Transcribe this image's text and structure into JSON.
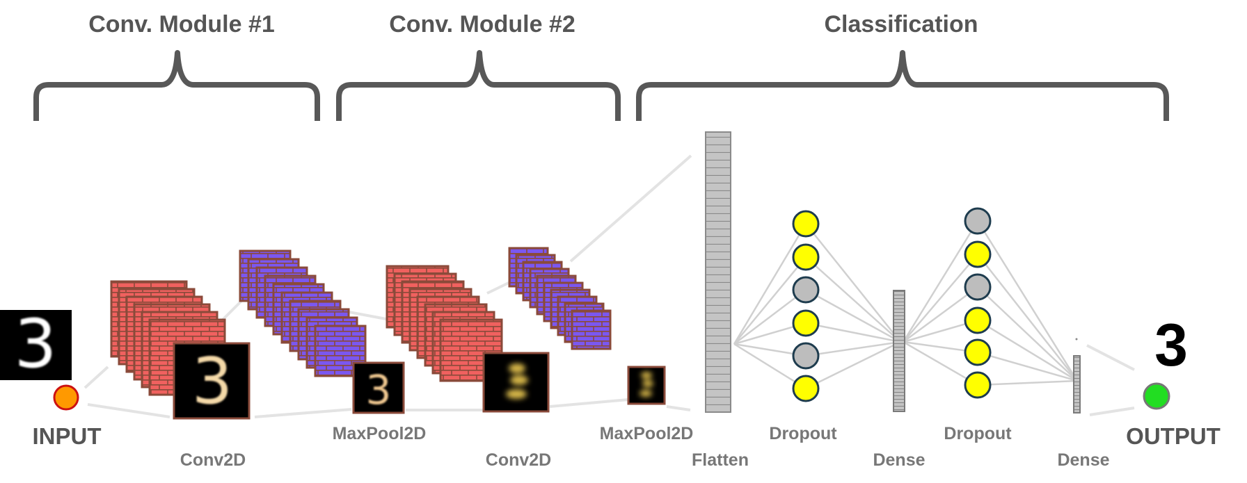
{
  "modules": {
    "conv1": "Conv. Module #1",
    "conv2": "Conv. Module #2",
    "classification": "Classification"
  },
  "labels": {
    "input": "INPUT",
    "output": "OUTPUT",
    "conv2d_1": "Conv2D",
    "maxpool_1": "MaxPool2D",
    "conv2d_2": "Conv2D",
    "maxpool_2": "MaxPool2D",
    "flatten": "Flatten",
    "dropout_1": "Dropout",
    "dense_1": "Dense",
    "dropout_2": "Dropout",
    "dense_2": "Dense"
  },
  "input_digit": "3",
  "output_digit": "3",
  "colors": {
    "brace": "#585858",
    "conv_fill": "#f0615f",
    "pool_fill": "#7b57f0",
    "map_border": "#8a4a3a",
    "active_node": "#ffff00",
    "inactive_node": "#bdbdbd",
    "input_node": "#ff9900",
    "output_node": "#22dd22",
    "vector": "#bbbbbb"
  },
  "dropout_1_nodes": [
    true,
    true,
    false,
    true,
    false,
    true
  ],
  "dropout_2_nodes": [
    false,
    true,
    false,
    true,
    true,
    true
  ]
}
